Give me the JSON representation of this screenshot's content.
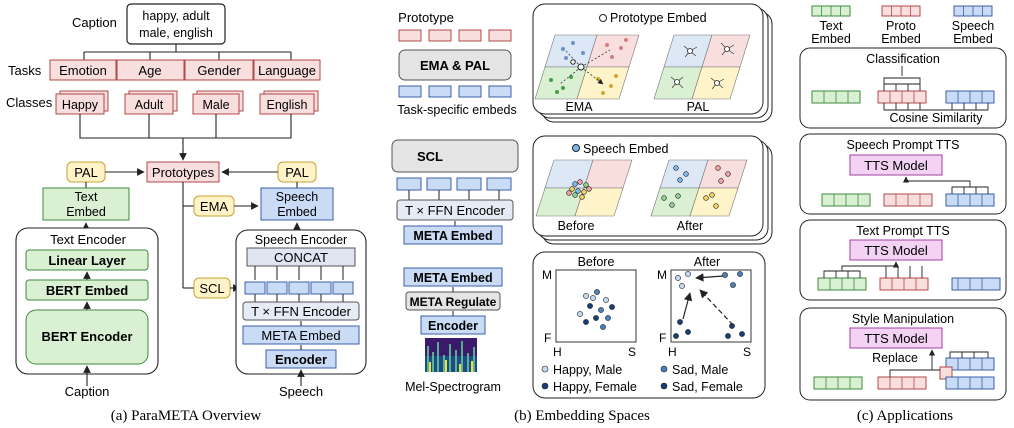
{
  "panel_a": {
    "caption_label": "Caption",
    "caption_box": [
      "happy, adult",
      "male, english"
    ],
    "tasks_label": "Tasks",
    "tasks": [
      "Emotion",
      "Age",
      "Gender",
      "Language"
    ],
    "classes_label": "Classes",
    "classes": [
      "Happy",
      "Adult",
      "Male",
      "English"
    ],
    "pal_left": "PAL",
    "pal_right": "PAL",
    "prototypes": "Prototypes",
    "text_embed": [
      "Text",
      "Embed"
    ],
    "speech_embed": [
      "Speech",
      "Embed"
    ],
    "ema": "EMA",
    "scl": "SCL",
    "text_encoder_title": "Text Encoder",
    "linear_layer": "Linear Layer",
    "bert_embed": "BERT Embed",
    "bert_encoder": "BERT Encoder",
    "speech_encoder_title": "Speech Encoder",
    "concat": "CONCAT",
    "ffn_encoder": "T × FFN Encoder",
    "meta_embed": "META Embed",
    "encoder": "Encoder",
    "bottom_caption": "Caption",
    "bottom_speech": "Speech",
    "subcaption": "(a) ParaMETA Overview"
  },
  "panel_b": {
    "prototype_label": "Prototype",
    "ema_pal": "EMA & PAL",
    "task_specific": "Task-specific embeds",
    "scl": "SCL",
    "ffn_encoder": "T × FFN Encoder",
    "meta_embed": "META Embed",
    "meta_embed_2": "META Embed",
    "meta_regulate": "META Regulate",
    "encoder": "Encoder",
    "mel": "Mel-Spectrogram",
    "proto_embed_legend": "Prototype Embed",
    "ema_label": "EMA",
    "pal_label": "PAL",
    "speech_embed_legend": "Speech Embed",
    "before": "Before",
    "after": "After",
    "before_2": "Before",
    "after_2": "After",
    "axis_m": "M",
    "axis_f": "F",
    "axis_h": "H",
    "axis_s": "S",
    "legend": [
      "Happy, Male",
      "Happy, Female",
      "Sad, Male",
      "Sad, Female"
    ],
    "subcaption": "(b) Embedding Spaces"
  },
  "panel_c": {
    "legend": [
      [
        "Text",
        "Embed"
      ],
      [
        "Proto",
        "Embed"
      ],
      [
        "Speech",
        "Embed"
      ]
    ],
    "classification": "Classification",
    "cosine": "Cosine Similarity",
    "speech_prompt": "Speech Prompt TTS",
    "tts_model_1": "TTS Model",
    "text_prompt": "Text Prompt TTS",
    "tts_model_2": "TTS Model",
    "style_manip": "Style Manipulation",
    "tts_model_3": "TTS Model",
    "replace": "Replace",
    "subcaption": "(c) Applications"
  },
  "colors": {
    "task_fill": "#f9dede",
    "task_stroke": "#b04848",
    "green_fill": "#d9f0d3",
    "green_stroke": "#3e8a3e",
    "blue_fill": "#c9dbf5",
    "blue_stroke": "#3a5fa8",
    "yellow_fill": "#fff4c9",
    "yellow_stroke": "#c9a030",
    "gray_fill": "#e4e4e4",
    "pink_fill": "#f3d2f3",
    "pink_stroke": "#a040a0"
  }
}
